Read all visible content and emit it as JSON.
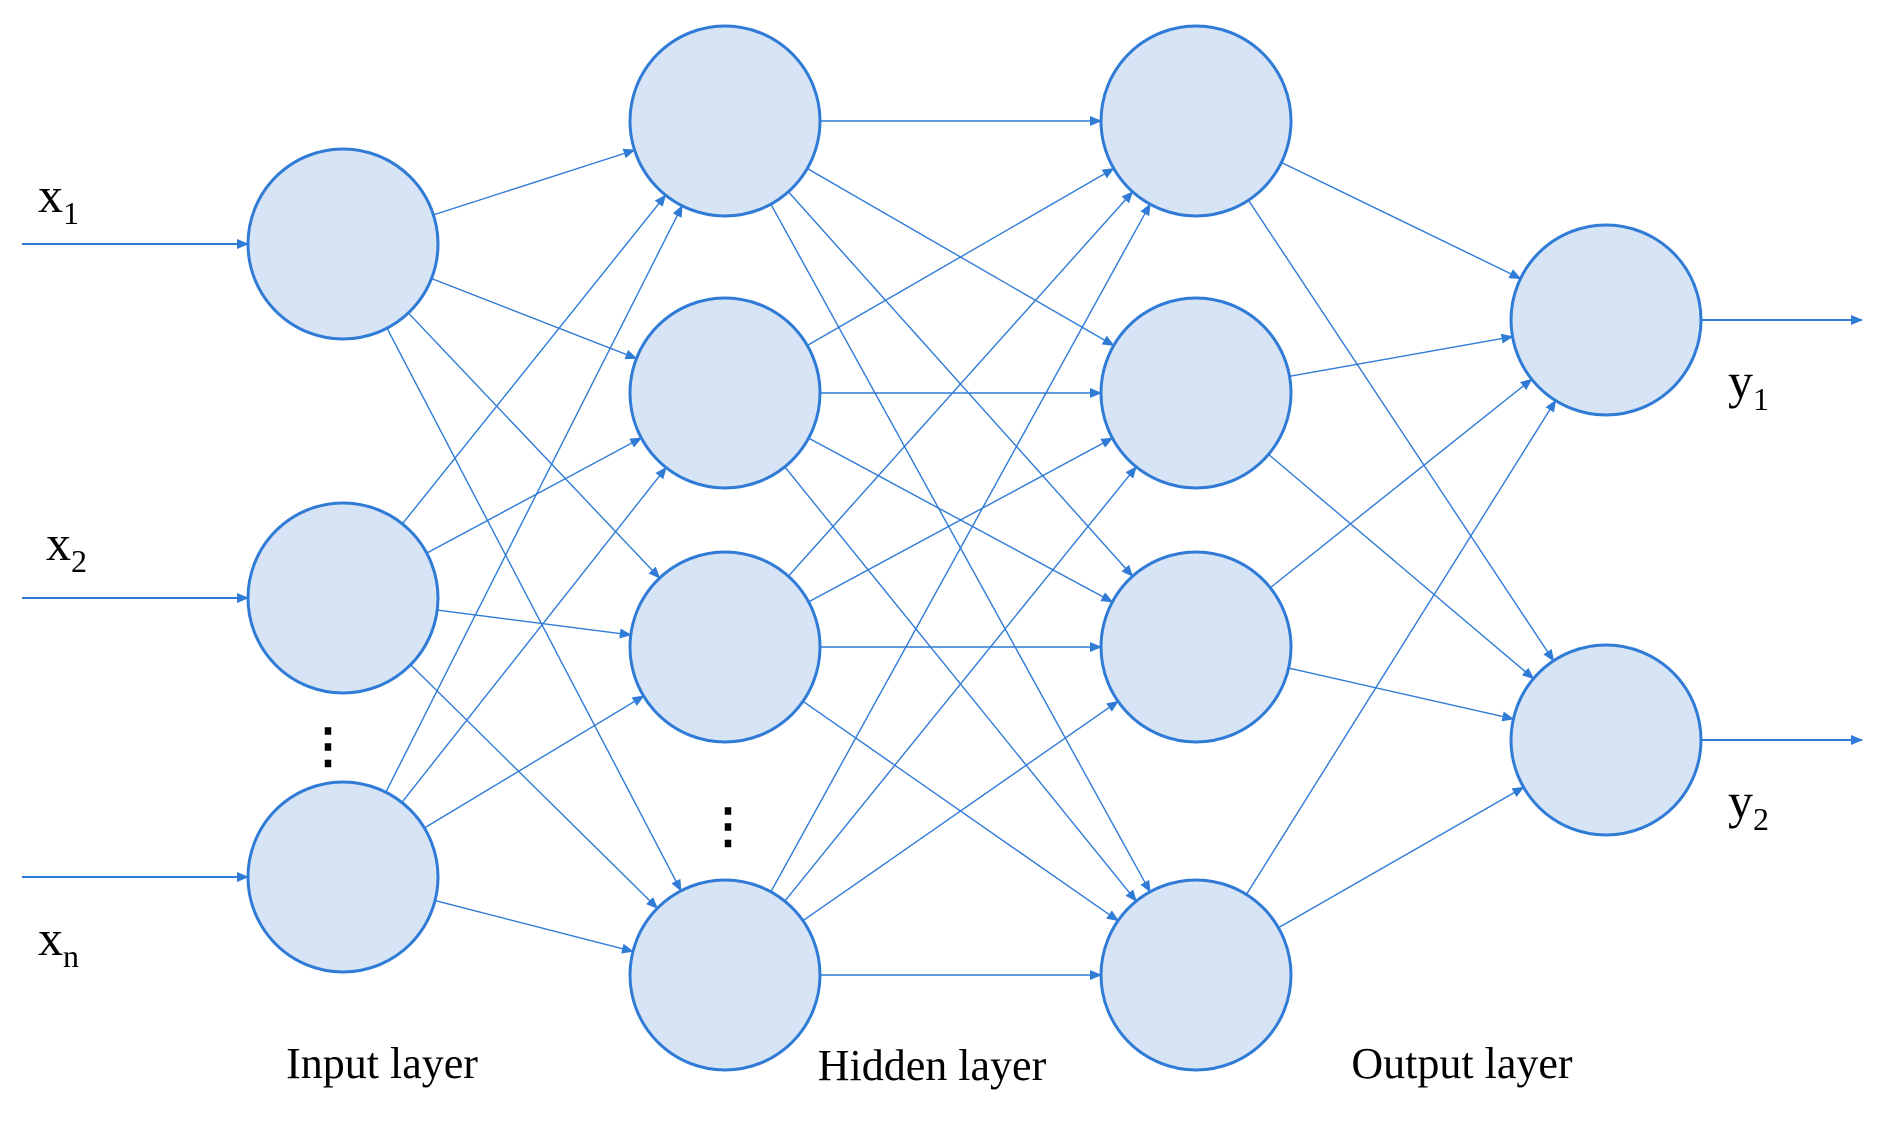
{
  "inputs": [
    {
      "name": "x",
      "sub": "1"
    },
    {
      "name": "x",
      "sub": "2"
    },
    {
      "name": "x",
      "sub": "n"
    }
  ],
  "outputs": [
    {
      "name": "y",
      "sub": "1"
    },
    {
      "name": "y",
      "sub": "2"
    }
  ],
  "layer_labels": {
    "input": "Input layer",
    "hidden": "Hidden layer",
    "output": "Output layer"
  },
  "ellipsis": "⋮",
  "layers": {
    "input_nodes": 3,
    "hidden_nodes": 4,
    "second_hidden_nodes": 4,
    "output_nodes": 2
  },
  "colors": {
    "node_fill": "#d6e4f5",
    "stroke": "#2f7bd6"
  }
}
